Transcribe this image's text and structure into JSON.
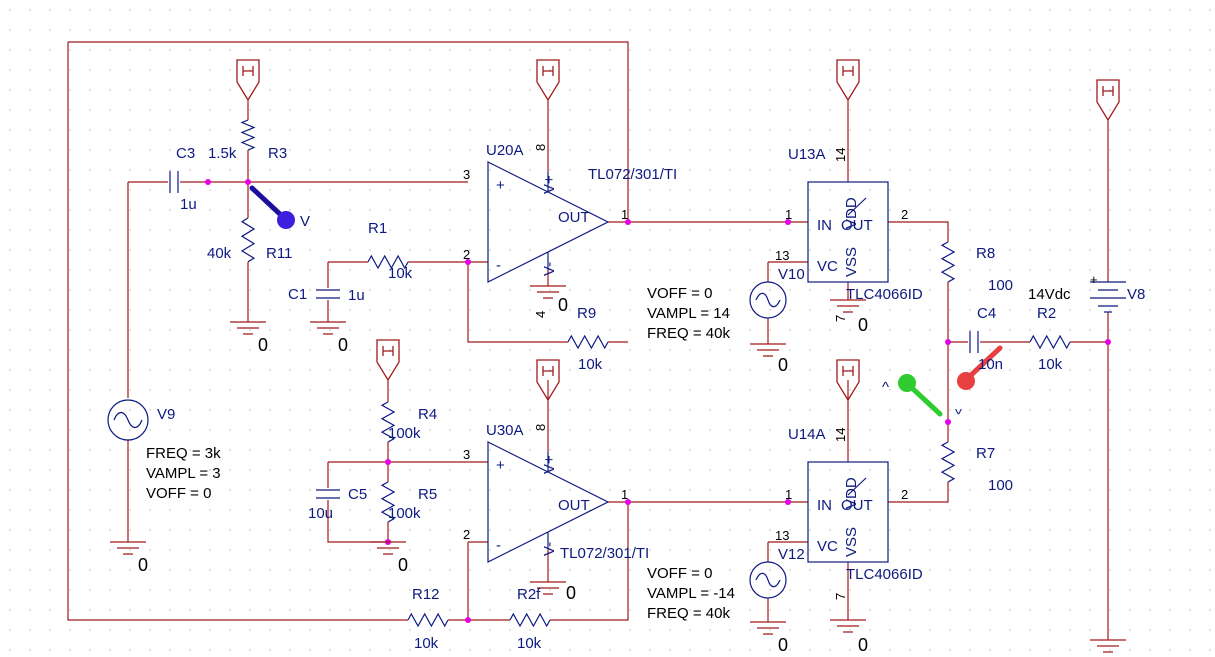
{
  "components": {
    "c3": {
      "ref": "C3",
      "value": "1u"
    },
    "r3": {
      "ref": "R3",
      "value": "1.5k"
    },
    "r11": {
      "ref": "R11",
      "value": "40k"
    },
    "r1": {
      "ref": "R1",
      "value": "10k"
    },
    "c1": {
      "ref": "C1",
      "value": "1u"
    },
    "r9": {
      "ref": "R9",
      "value": "10k"
    },
    "r4": {
      "ref": "R4",
      "value": "100k"
    },
    "c5": {
      "ref": "C5",
      "value": "10u"
    },
    "r5": {
      "ref": "R5",
      "value": "100k"
    },
    "r12": {
      "ref": "R12",
      "value": "10k"
    },
    "r2f": {
      "ref": "R2f",
      "value": "10k"
    },
    "r8": {
      "ref": "R8",
      "value": "100"
    },
    "r7": {
      "ref": "R7",
      "value": "100"
    },
    "c4": {
      "ref": "C4",
      "value": "10n"
    },
    "r2": {
      "ref": "R2",
      "value": "10k"
    },
    "v8": {
      "ref": "V8",
      "value": "14Vdc"
    },
    "u20a": {
      "ref": "U20A",
      "model": "TL072/301/TI"
    },
    "u30a": {
      "ref": "U30A",
      "model": "TL072/301/TI"
    },
    "u13a": {
      "ref": "U13A",
      "model": "TLC4066ID"
    },
    "u14a": {
      "ref": "U14A",
      "model": "TLC4066ID"
    },
    "v9": {
      "ref": "V9",
      "freq": "FREQ = 3k",
      "vampl": "VAMPL = 3",
      "voff": "VOFF = 0"
    },
    "v10": {
      "ref": "V10",
      "voff": "VOFF = 0",
      "vampl": "VAMPL = 14",
      "freq": "FREQ = 40k"
    },
    "v12": {
      "ref": "V12",
      "voff": "VOFF = 0",
      "vampl": "VAMPL = -14",
      "freq": "FREQ = 40k"
    }
  },
  "opamp": {
    "plus": "+",
    "minus": "-",
    "vplus": "V+",
    "vminus": "V-",
    "out": "OUT"
  },
  "switch_ic": {
    "in": "IN",
    "out": "OUT",
    "vss": "VSS",
    "vdd": "VDD",
    "vc": "VC"
  },
  "ground_label": "0",
  "pins": {
    "p1": "1",
    "p2": "2",
    "p3": "3",
    "p4": "4",
    "p7": "7",
    "p8": "8",
    "p13": "13",
    "p14": "14"
  },
  "probes": {
    "v_probe": "V"
  },
  "colors": {
    "wire": "#a11a1a",
    "symbol": "#0d1a80",
    "junction": "#e600e6",
    "probe_blue": "#3d1fe0",
    "probe_green": "#2ecc2e",
    "probe_red": "#e84040"
  }
}
